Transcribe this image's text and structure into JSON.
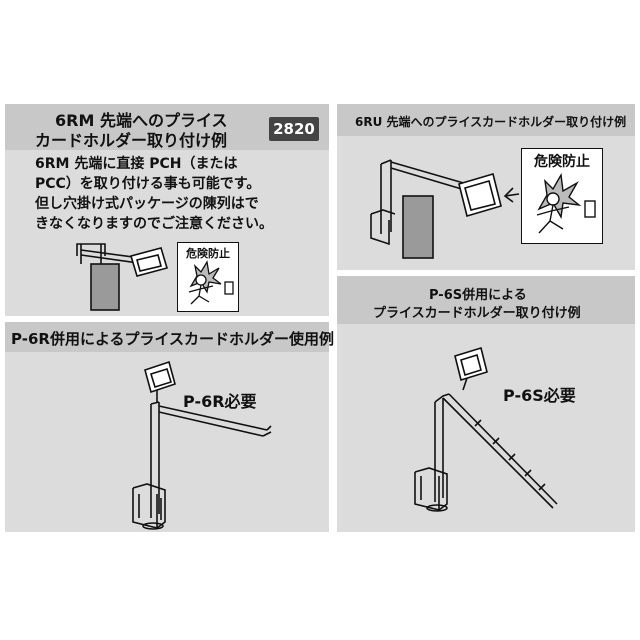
{
  "panel_top_left": {
    "title_line1": "6RM 先端へのプライス",
    "title_line2": "カードホルダー取り付け例",
    "badge": "2820",
    "note_line1": "6RM 先端に直接 PCH（または",
    "note_line2": "PCC）を取り付ける事も可能です。",
    "note_line3": "但し穴掛け式パッケージの陳列はで",
    "note_line4": "きなくなりますのでご注意ください。",
    "warning": "危険防止"
  },
  "panel_top_right": {
    "title": "6RU 先端へのプライスカードホルダー取り付け例",
    "warning": "危険防止"
  },
  "panel_bottom_left": {
    "title": "P-6R併用によるプライスカードホルダー使用例",
    "label": "P-6R必要"
  },
  "panel_bottom_right": {
    "title_line1": "P-6S併用による",
    "title_line2": "プライスカードホルダー取り付け例",
    "label": "P-6S必要"
  },
  "colors": {
    "panel_bg": "#dcdcdc",
    "title_band": "#c8c8c8",
    "badge_bg": "#444444"
  }
}
